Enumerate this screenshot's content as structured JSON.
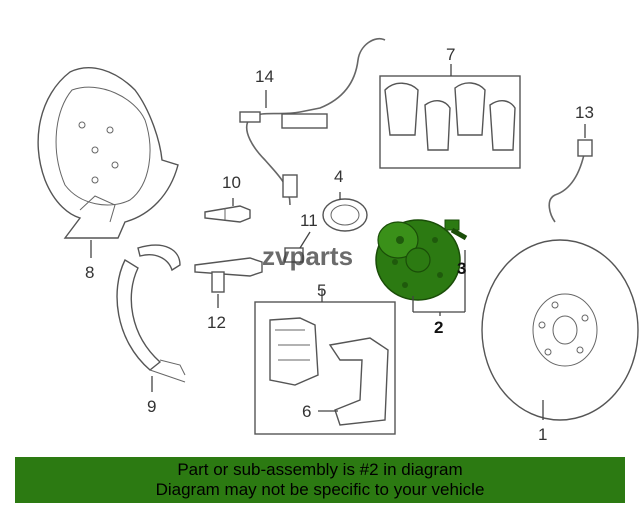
{
  "diagram": {
    "callouts": {
      "c1": "1",
      "c2": "2",
      "c3": "3",
      "c5": "5",
      "c6": "6",
      "c7": "7",
      "c8": "8",
      "c9": "9",
      "c10": "10",
      "c11": "11",
      "c12": "12",
      "c13": "13",
      "c14": "14",
      "c4": "4"
    },
    "watermark": "zvparts",
    "highlight_color": "#2c7a12"
  },
  "banner": {
    "line1": "Part or sub-assembly is #2 in diagram",
    "line2": "Diagram may not be specific to your vehicle",
    "bg_color": "#2c7a12"
  }
}
